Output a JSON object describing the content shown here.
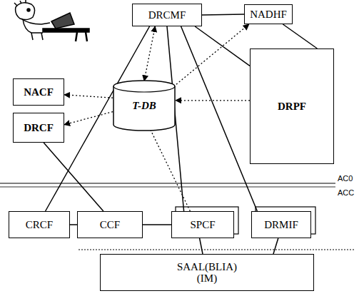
{
  "diagram": {
    "nodes": [
      {
        "text": [
          "DRCMF"
        ]
      },
      {
        "text": [
          "NADHF"
        ]
      },
      {
        "text": [
          "NACF"
        ]
      },
      {
        "text": [
          "DRCF"
        ]
      },
      {
        "text": [
          "T-DB"
        ]
      },
      {
        "text": [
          "DRPF"
        ]
      },
      {
        "text": [
          "CRCF"
        ]
      },
      {
        "text": [
          "CCF"
        ]
      },
      {
        "text": [
          "SPCF"
        ]
      },
      {
        "text": [
          "DRMIF"
        ]
      },
      {
        "text": [
          "SAAL(BLIA)",
          "(IM)"
        ]
      }
    ],
    "edges": [
      {
        "from": 0,
        "to": 1,
        "arrow": "none"
      },
      {
        "from": 0,
        "to": 6,
        "arrow": "none"
      },
      {
        "from": 0,
        "to": 4,
        "arrow": "both"
      },
      {
        "from": 0,
        "to": 8,
        "arrow": "none"
      },
      {
        "from": 0,
        "to": 9,
        "arrow": "none"
      },
      {
        "from": 0,
        "to": 5,
        "arrow": "none"
      },
      {
        "from": 1,
        "to": 5,
        "arrow": "none"
      },
      {
        "from": 4,
        "to": 1,
        "arrow": "to"
      },
      {
        "from": 5,
        "to": 4,
        "arrow": "to"
      },
      {
        "from": 4,
        "to": 2,
        "arrow": "to"
      },
      {
        "from": 4,
        "to": 3,
        "arrow": "to"
      },
      {
        "from": 6,
        "to": 7,
        "arrow": "none"
      },
      {
        "from": 7,
        "to": 8,
        "arrow": "none"
      },
      {
        "from": 7,
        "to": 3,
        "arrow": "none"
      },
      {
        "from": 8,
        "to": 4,
        "arrow": "none"
      },
      {
        "from": 8,
        "to": 10,
        "arrow": "none"
      },
      {
        "from": 9,
        "to": 10,
        "arrow": "none"
      }
    ],
    "labels": [
      "AC0",
      "ACC"
    ]
  }
}
